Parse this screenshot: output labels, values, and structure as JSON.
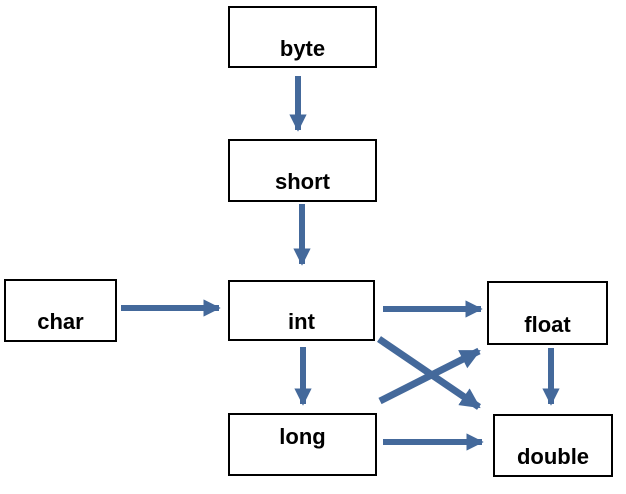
{
  "diagram": {
    "type": "flowchart",
    "description": "Primitive type widening conversion diagram",
    "nodes": {
      "byte": {
        "label": "byte"
      },
      "short": {
        "label": "short"
      },
      "char": {
        "label": "char"
      },
      "int": {
        "label": "int"
      },
      "long": {
        "label": "long"
      },
      "float": {
        "label": "float"
      },
      "double": {
        "label": "double"
      }
    },
    "edges": [
      {
        "from": "byte",
        "to": "short"
      },
      {
        "from": "short",
        "to": "int"
      },
      {
        "from": "char",
        "to": "int"
      },
      {
        "from": "int",
        "to": "float"
      },
      {
        "from": "int",
        "to": "long"
      },
      {
        "from": "int",
        "to": "double"
      },
      {
        "from": "long",
        "to": "float"
      },
      {
        "from": "long",
        "to": "double"
      },
      {
        "from": "float",
        "to": "double"
      }
    ],
    "colors": {
      "arrow": "#44699B",
      "box_border": "#000000",
      "box_fill": "#FFFFFF",
      "text": "#000000",
      "background": "#FFFFFF"
    }
  }
}
